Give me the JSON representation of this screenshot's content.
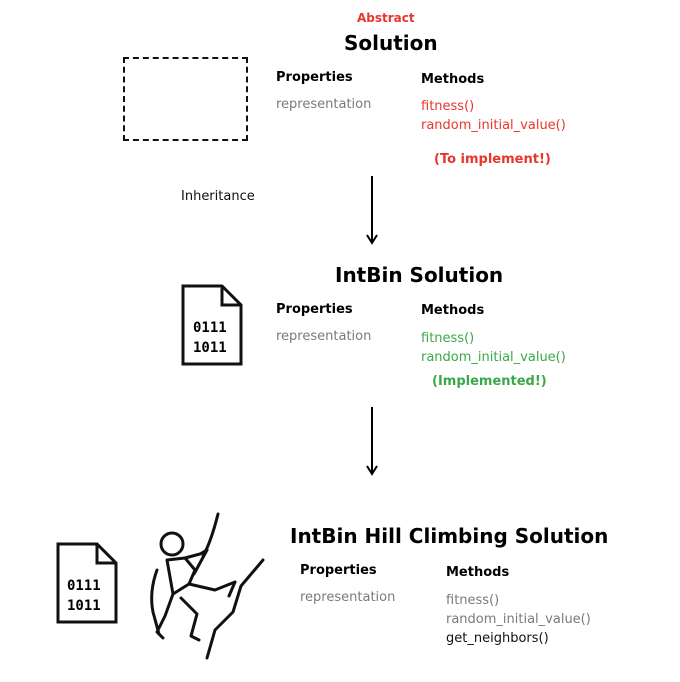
{
  "abstract_label": "Abstract",
  "solution": {
    "title": "Solution",
    "properties_header": "Properties",
    "property": "representation",
    "methods_header": "Methods",
    "methods": [
      "fitness()",
      "random_initial_value()"
    ],
    "note": "(To implement!)"
  },
  "inheritance_label": "Inheritance",
  "intbin": {
    "title": "IntBin Solution",
    "icon_text": [
      "0111",
      "1011"
    ],
    "properties_header": "Properties",
    "property": "representation",
    "methods_header": "Methods",
    "methods": [
      "fitness()",
      "random_initial_value()"
    ],
    "note": "(Implemented!)"
  },
  "hill": {
    "title": "IntBin Hill Climbing Solution",
    "icon_text": [
      "0111",
      "1011"
    ],
    "properties_header": "Properties",
    "property": "representation",
    "methods_header": "Methods",
    "inherited_methods": [
      "fitness()",
      "random_initial_value()"
    ],
    "new_method": "get_neighbors()"
  },
  "colors": {
    "abstract": "#e8362c",
    "to_implement": "#e8362c",
    "implemented": "#3aa84a",
    "inherited": "#7a7a7a"
  }
}
